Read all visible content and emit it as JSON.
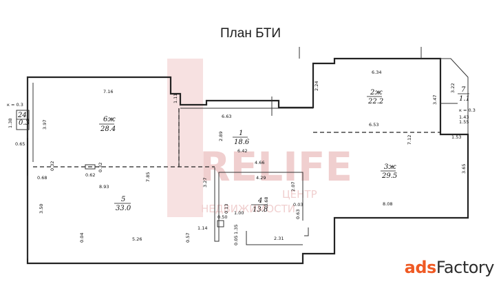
{
  "title": "План БТИ",
  "watermark": {
    "brand": "RELIFE",
    "line1": "ЦЕНТР",
    "line2": "НЕДВИЖИМОСТИ",
    "color": "#e36b6b"
  },
  "rooms": [
    {
      "id": "r6",
      "number": "6ж",
      "area": "28.4"
    },
    {
      "id": "r1",
      "number": "1",
      "area": "18.6"
    },
    {
      "id": "r2",
      "number": "2ж",
      "area": "22.2"
    },
    {
      "id": "r7",
      "number": "7",
      "area": "1.1"
    },
    {
      "id": "r3",
      "number": "3ж",
      "area": "29.5"
    },
    {
      "id": "r5",
      "number": "5",
      "area": "33.0"
    },
    {
      "id": "r4",
      "number": "4",
      "area": "13.8"
    },
    {
      "id": "r24",
      "number": "24",
      "area": "0.3"
    }
  ],
  "dimensions": [
    "6.34",
    "7.16",
    "1.11",
    "6.63",
    "2.24",
    "3.47",
    "3.22",
    "1.43",
    "1.55",
    "к = 0.3",
    "к = 0.3",
    "1.38",
    "3.97",
    "0.65",
    "2.89",
    "6.42",
    "6.53",
    "7.12",
    "1.53",
    "3.65",
    "4.66",
    "4.29",
    "2.07",
    "0.32",
    "0.68",
    "0.62",
    "0.32",
    "8.93",
    "7.85",
    "3.27",
    "0.13",
    "0.50",
    "1.00",
    "3.68",
    "0.03",
    "0.63",
    "8.08",
    "3.50",
    "0.04",
    "5.26",
    "0.57",
    "1.14",
    "0.05",
    "1.35",
    "2.31"
  ],
  "logo": {
    "part1": "ads",
    "part2": "Factory"
  }
}
